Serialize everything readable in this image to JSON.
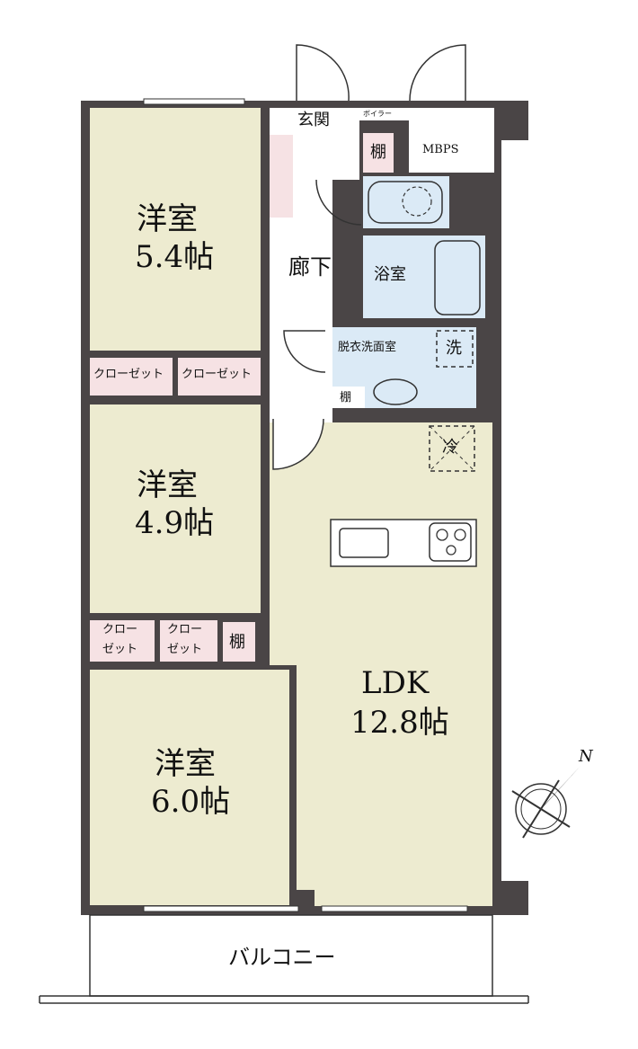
{
  "rooms": {
    "western1": {
      "name": "洋室",
      "size": "5.4帖"
    },
    "western2": {
      "name": "洋室",
      "size": "4.9帖"
    },
    "western3": {
      "name": "洋室",
      "size": "6.0帖"
    },
    "ldk": {
      "name": "LDK",
      "size": "12.8帖"
    }
  },
  "labels": {
    "genkan": "玄関",
    "boiler": "ボイラー",
    "mbps": "MBPS",
    "shelf": "棚",
    "corridor": "廊下",
    "bath": "浴室",
    "washroom": "脱衣洗面室",
    "washer": "洗",
    "fridge": "冷",
    "closet": "クローゼット",
    "closet_line1": "クロー",
    "closet_line2": "ゼット",
    "balcony": "バルコニー",
    "compass": "N"
  },
  "colors": {
    "wall": "#4a4546",
    "room_fill": "#edebd0",
    "closet_fill": "#f6e2e4",
    "wet_fill": "#dbeaf6",
    "floor_white": "#ffffff"
  }
}
